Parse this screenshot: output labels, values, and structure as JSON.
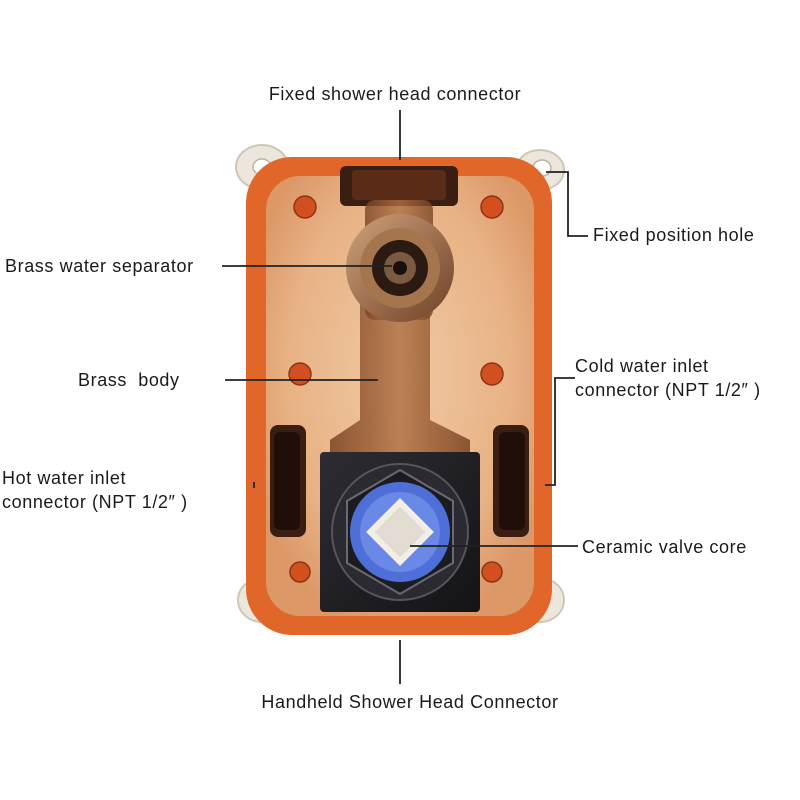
{
  "labels": {
    "fixed_shower_head": "Fixed shower head connector",
    "fixed_position_hole": "Fixed position hole",
    "brass_water_separator": "Brass water separator",
    "brass_body": "Brass  body",
    "cold_line1": "Cold water inlet",
    "cold_line2": "connector (NPT 1/2″ )",
    "hot_line1": "Hot water inlet",
    "hot_line2": "connector (NPT 1/2″ )",
    "ceramic_valve_core": "Ceramic valve core",
    "handheld_connector": "Handheld Shower Head Connector"
  },
  "colors": {
    "housing_orange": "#e0662a",
    "housing_inner": "#e9bb8f",
    "brass": "#9a5a2e",
    "valve_block": "#1e1e22",
    "ceramic_blue": "#4f6fd8",
    "mount_tab": "#ece6dc",
    "leader_line": "#222222"
  }
}
